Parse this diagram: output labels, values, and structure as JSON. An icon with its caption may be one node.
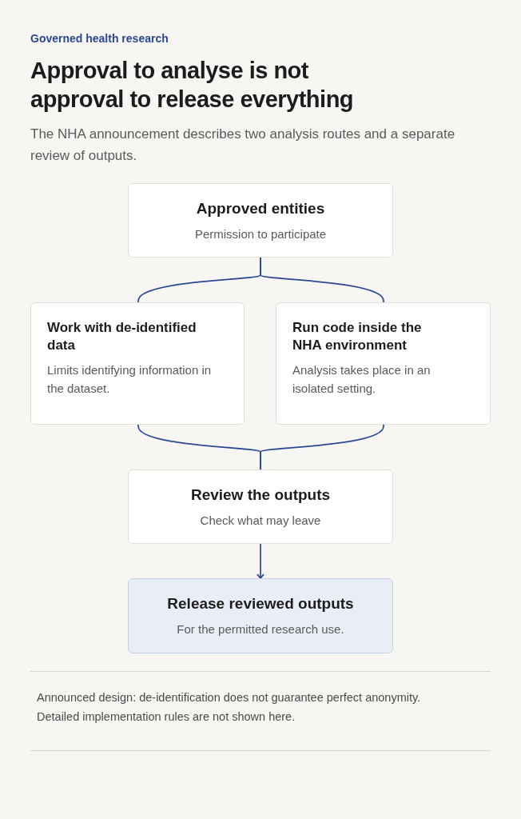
{
  "diagram": {
    "title": "Approval to analyse is not approval to release everything",
    "nodes": [
      {
        "text": [
          "Approved entities",
          "Permission to participate"
        ]
      },
      {
        "text": [
          "Work with de-identified data",
          "Limits identifying information in the dataset."
        ]
      },
      {
        "text": [
          "Run code inside the NHA environment",
          "Analysis takes place in an isolated setting."
        ]
      },
      {
        "text": [
          "Review the outputs",
          "Check what may leave"
        ]
      },
      {
        "text": [
          "Release reviewed outputs",
          "For the permitted research use."
        ]
      }
    ],
    "edges": [
      {
        "from": 0,
        "to": 1,
        "arrow": "none"
      },
      {
        "from": 0,
        "to": 2,
        "arrow": "none"
      },
      {
        "from": 1,
        "to": 3,
        "arrow": "none"
      },
      {
        "from": 2,
        "to": 3,
        "arrow": "none"
      },
      {
        "from": 3,
        "to": 4,
        "arrow": "to"
      }
    ],
    "labels": [
      "Governed health research",
      "The NHA announcement describes two analysis routes and a separate review of outputs.",
      "Announced design: de-identification does not guarantee perfect anonymity. Detailed implementation rules are not shown here."
    ]
  }
}
